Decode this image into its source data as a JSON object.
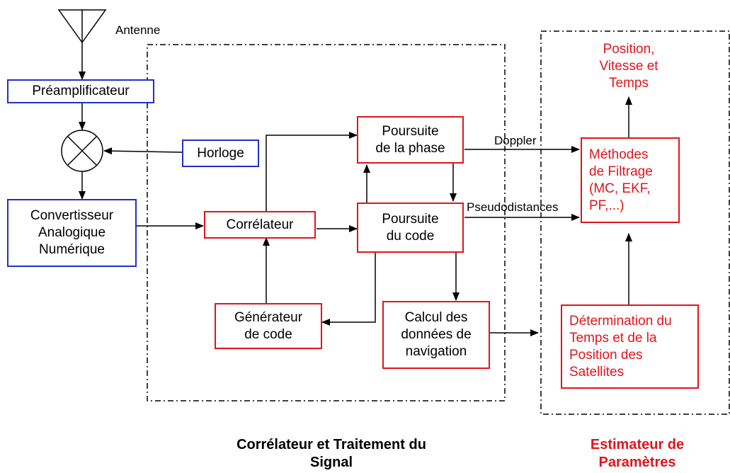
{
  "antenna": {
    "label": "Antenne"
  },
  "blocks": {
    "preamplifier": "Préamplificateur",
    "clock": "Horloge",
    "adc": "Convertisseur\nAnalogique\nNumérique",
    "correlator": "Corrélateur",
    "code_generator": "Générateur\nde code",
    "phase_tracking": "Poursuite\nde la phase",
    "code_tracking": "Poursuite\ndu code",
    "nav_data": "Calcul des\ndonnées de\nnavigation",
    "filtering": "Méthodes\nde Filtrage\n(MC, EKF,\nPF,...)",
    "sat_position": "Détermination du\nTemps et de la\nPosition des\nSatellites",
    "pvt_output": "Position,\nVitesse et\nTemps"
  },
  "signals": {
    "doppler": "Doppler",
    "pseudoranges": "Pseudodistances"
  },
  "sections": {
    "signal_processing": "Corrélateur et Traitement du\nSignal",
    "estimator": "Estimateur de\nParamètres"
  },
  "colors": {
    "rf_frontend": "#1f2fd0",
    "processing": "#e0151b",
    "line": "#000000"
  }
}
